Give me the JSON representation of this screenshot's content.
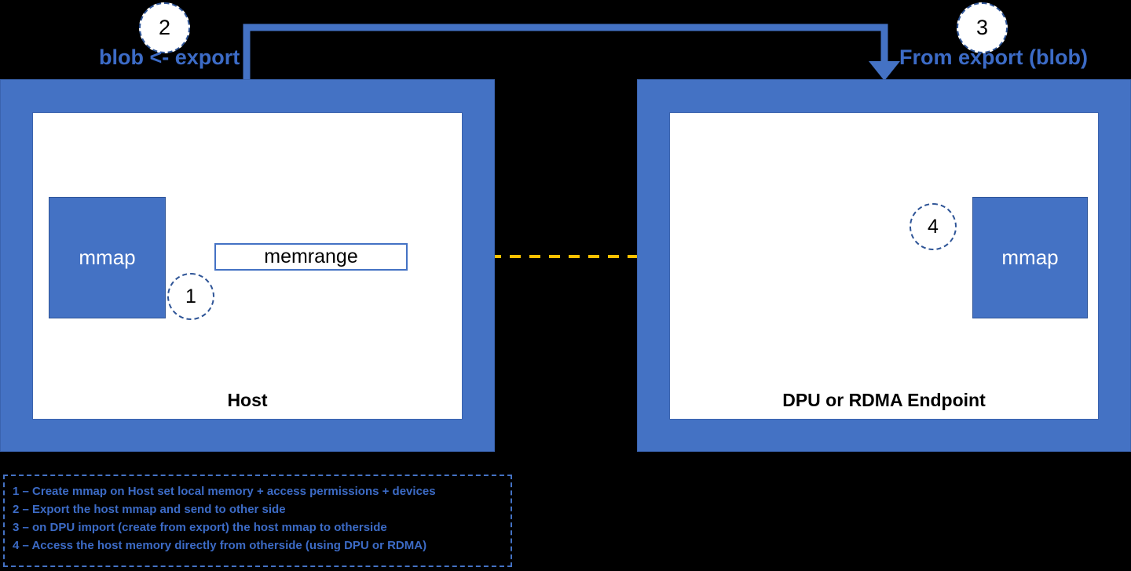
{
  "colors": {
    "frame_blue": "#4472C4",
    "caption_blue": "#3C6BC6",
    "arrow_orange": "#FFC000",
    "panel_white": "#FFFFFF",
    "background": "#000000",
    "circle_border": "#2F5597"
  },
  "top": {
    "step2_number": "2",
    "step2_caption": "blob <- export",
    "step3_number": "3",
    "step3_caption": "From export (blob)"
  },
  "host": {
    "title": "Host",
    "mmap_label": "mmap",
    "memrange_label": "memrange",
    "step1_number": "1"
  },
  "dpu": {
    "title": "DPU or RDMA Endpoint",
    "mmap_label": "mmap",
    "step4_number": "4"
  },
  "legend": {
    "lines": [
      "1 – Create mmap on Host set local memory + access permissions + devices",
      "2 – Export the host mmap and send to other side",
      "3 – on DPU import (create from export) the host mmap to otherside",
      "4 – Access the host memory directly from otherside (using DPU or RDMA)"
    ]
  }
}
